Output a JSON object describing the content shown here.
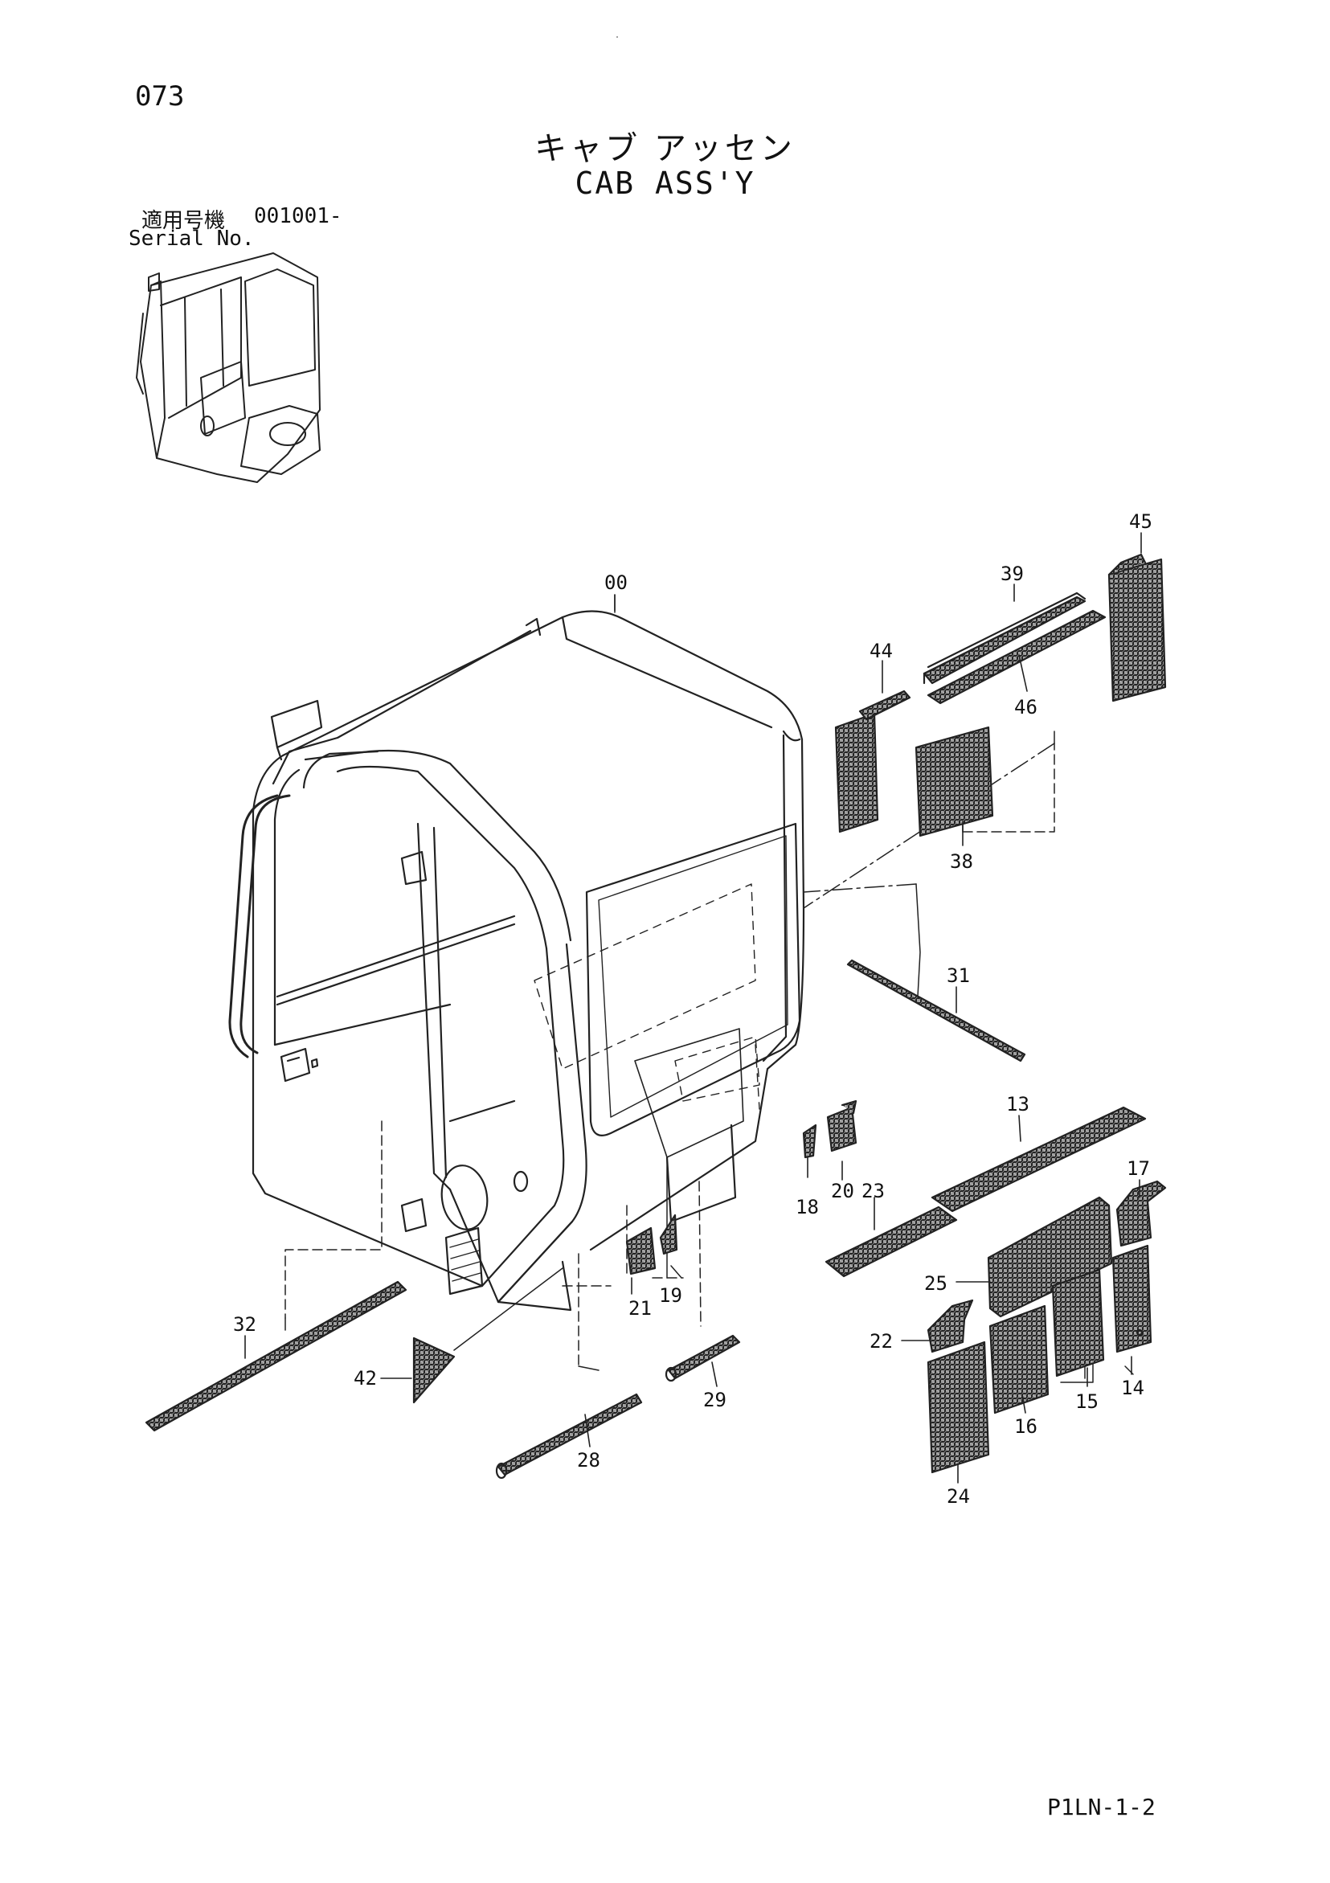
{
  "page_number": "073",
  "title_jp": "キャブ アッセン",
  "title_en": "CAB ASS'Y",
  "serial": {
    "label_jp": "適用号機",
    "label_en": "Serial No.",
    "value": "001001-"
  },
  "doc_code": "P1LN-1-2",
  "callouts": [
    "00",
    "45",
    "39",
    "44",
    "46",
    "38",
    "31",
    "13",
    "17",
    "20",
    "23",
    "18",
    "25",
    "21",
    "19",
    "22",
    "14",
    "15",
    "32",
    "42",
    "29",
    "16",
    "24",
    "28"
  ]
}
